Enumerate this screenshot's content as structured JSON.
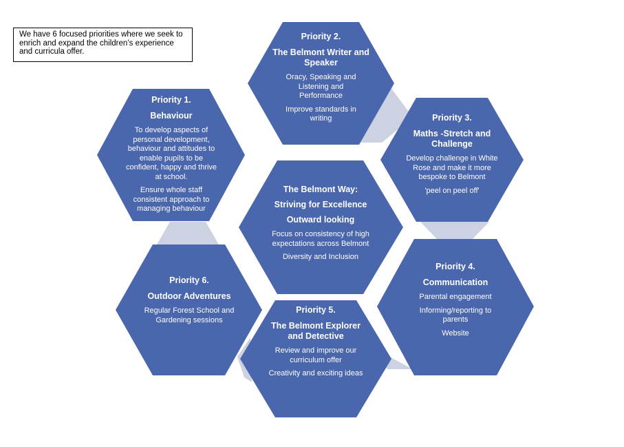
{
  "intro": "We have 6 focused priorities where we seek to enrich and expand the children’s experience and curricula offer.",
  "center": {
    "title1": "The Belmont Way:",
    "title2": "Striving for Excellence",
    "title3": "Outward looking",
    "body1": "Focus on consistency of high expectations across Belmont",
    "body2": "Diversity and Inclusion"
  },
  "p1": {
    "heading": "Priority 1.",
    "title": "Behaviour",
    "body1": "To develop aspects of personal development, behaviour and attitudes to enable pupils to be confident, happy and thrive at school.",
    "body2": "Ensure whole staff consistent approach to managing behaviour"
  },
  "p2": {
    "heading": "Priority 2.",
    "title": "The Belmont Writer and Speaker",
    "body1": "Oracy, Speaking and Listening and Performance",
    "body2": "Improve standards in writing"
  },
  "p3": {
    "heading": "Priority 3.",
    "title": "Maths -Stretch and Challenge",
    "body1": "Develop challenge in White Rose and make it more bespoke to Belmont",
    "body2": "'peel on peel off'"
  },
  "p4": {
    "heading": "Priority 4.",
    "title": "Communication",
    "body1": "Parental engagement",
    "body2": "Informing/reporting to parents",
    "body3": "Website"
  },
  "p5": {
    "heading": "Priority 5.",
    "title": "The Belmont Explorer and Detective",
    "body1": "Review and improve our curriculum offer",
    "body2": "Creativity and exciting ideas"
  },
  "p6": {
    "heading": "Priority 6.",
    "title": "Outdoor Adventures",
    "body1": "Regular Forest School and Gardening sessions"
  },
  "colors": {
    "hexagon": "#4a66ad",
    "connector": "#cdd2e2",
    "text": "#ffffff"
  }
}
